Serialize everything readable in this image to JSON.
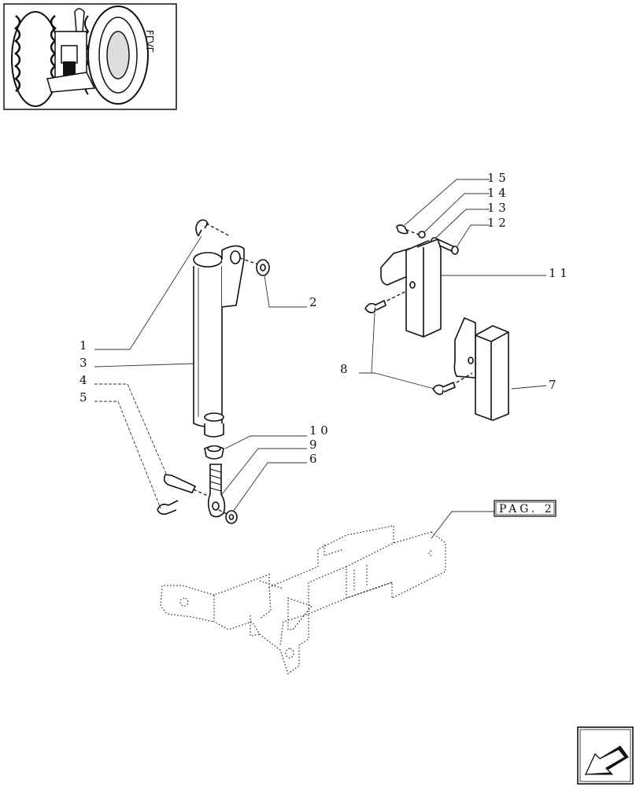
{
  "labels": {
    "l1": "1",
    "l2": "2",
    "l3": "3",
    "l4": "4",
    "l5": "5",
    "l6": "6",
    "l7": "7",
    "l8": "8",
    "l9": "9",
    "l10": "1 0",
    "l11": "1 1",
    "l12": "1 2",
    "l13": "1 3",
    "l14": "1 4",
    "l15": "1 5"
  },
  "page_ref": "PAG. 2",
  "thumbnail_text": "FΓVΓ",
  "icons": {
    "thumbnail": "tractor-rear-wheel-thumbnail",
    "nav": "arrow-left-icon"
  }
}
